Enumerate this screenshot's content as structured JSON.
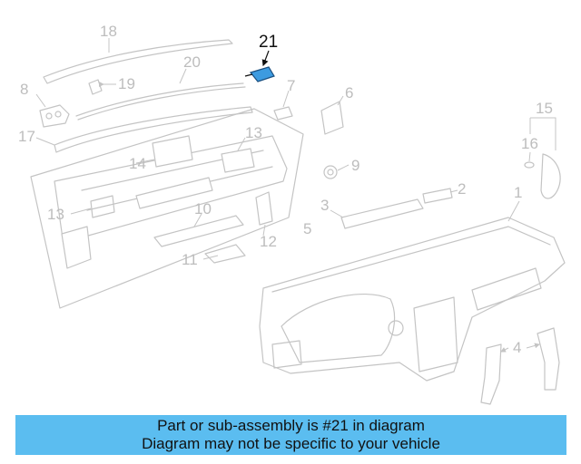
{
  "diagram": {
    "highlight_color": "#3d9be0",
    "highlighted_part": "21",
    "callouts": [
      "21",
      "18",
      "20",
      "19",
      "8",
      "7",
      "6",
      "17",
      "13",
      "14",
      "9",
      "15",
      "16",
      "13",
      "10",
      "5",
      "3",
      "2",
      "1",
      "12",
      "11",
      "4"
    ]
  },
  "banner": {
    "color": "#5bbdf0",
    "line1": "Part or sub-assembly is #21 in diagram",
    "line2": "Diagram may not be specific to your vehicle"
  }
}
